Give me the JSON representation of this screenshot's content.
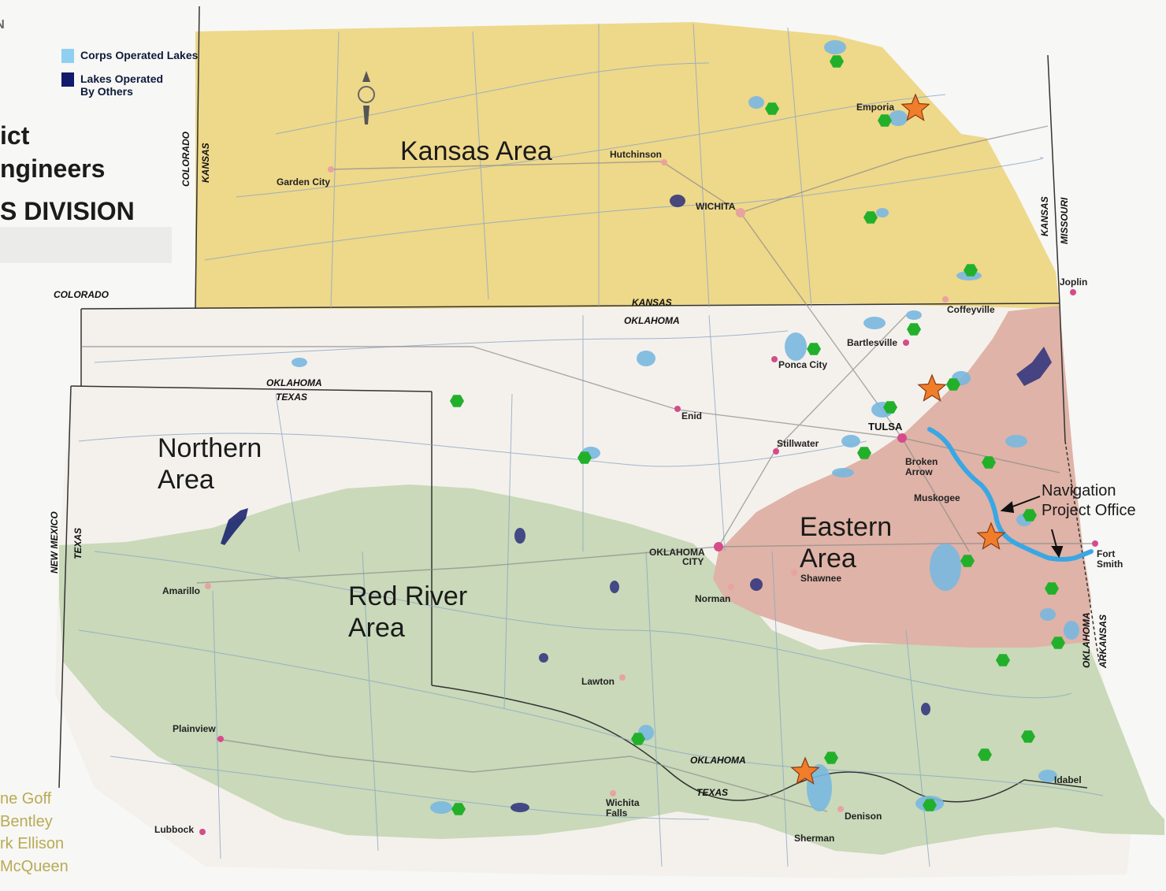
{
  "legend": {
    "corps_label": "Corps Operated Lakes",
    "others_label_1": "Lakes Operated",
    "others_label_2": "By Others",
    "corps_color": "#8fd0f2",
    "others_color": "#111a6b"
  },
  "title": {
    "line1": "ict",
    "line2": "ngineers",
    "line3": "S DIVISION"
  },
  "areas": {
    "kansas": "Kansas Area",
    "northern_1": "Northern",
    "northern_2": "Area",
    "red_river_1": "Red River",
    "red_river_2": "Area",
    "eastern_1": "Eastern",
    "eastern_2": "Area"
  },
  "callout": {
    "line1": "Navigation",
    "line2": "Project Office"
  },
  "states": {
    "kansas_top": "KANSAS",
    "oklahoma_top": "OKLAHOMA",
    "colorado_left": "COLORADO",
    "colorado_vert": "COLORADO",
    "kansas_vert": "KANSAS",
    "oklahoma_pan": "OKLAHOMA",
    "texas_pan": "TEXAS",
    "new_mexico": "NEW MEXICO",
    "texas_vert": "TEXAS",
    "oklahoma_south": "OKLAHOMA",
    "texas_south": "TEXAS",
    "kansas_east": "KANSAS",
    "missouri": "MISSOURI",
    "oklahoma_east": "OKLAHOMA",
    "arkansas": "ARKANSAS"
  },
  "cities": {
    "emporia": "Emporia",
    "hutchinson": "Hutchinson",
    "wichita": "WICHITA",
    "garden_city": "Garden City",
    "coffeyville": "Coffeyville",
    "joplin": "Joplin",
    "bartlesville": "Bartlesville",
    "ponca_city": "Ponca City",
    "enid": "Enid",
    "tulsa": "TULSA",
    "stillwater": "Stillwater",
    "broken_arrow_1": "Broken",
    "broken_arrow_2": "Arrow",
    "muskogee": "Muskogee",
    "okc_1": "OKLAHOMA",
    "okc_2": "CITY",
    "norman": "Norman",
    "shawnee": "Shawnee",
    "fort_smith_1": "Fort",
    "fort_smith_2": "Smith",
    "amarillo": "Amarillo",
    "lawton": "Lawton",
    "plainview": "Plainview",
    "lubbock": "Lubbock",
    "wichita_falls_1": "Wichita",
    "wichita_falls_2": "Falls",
    "denison": "Denison",
    "sherman": "Sherman",
    "idabel": "Idabel"
  },
  "credits": {
    "line1": "ne Goff",
    "line2": "Bentley",
    "line3": "rk Ellison",
    "line4": "McQueen"
  },
  "colors": {
    "kansas_area": "#eed88a",
    "red_river_area": "#c9d9b9",
    "eastern_area": "#dfb3a7",
    "northern_area": "#f4f1ec",
    "project_office_star": "#f07d2a",
    "corps_lake_marker": "#22b02a"
  },
  "icons": [
    "north-arrow-icon",
    "star-icon",
    "hexagon-icon"
  ]
}
